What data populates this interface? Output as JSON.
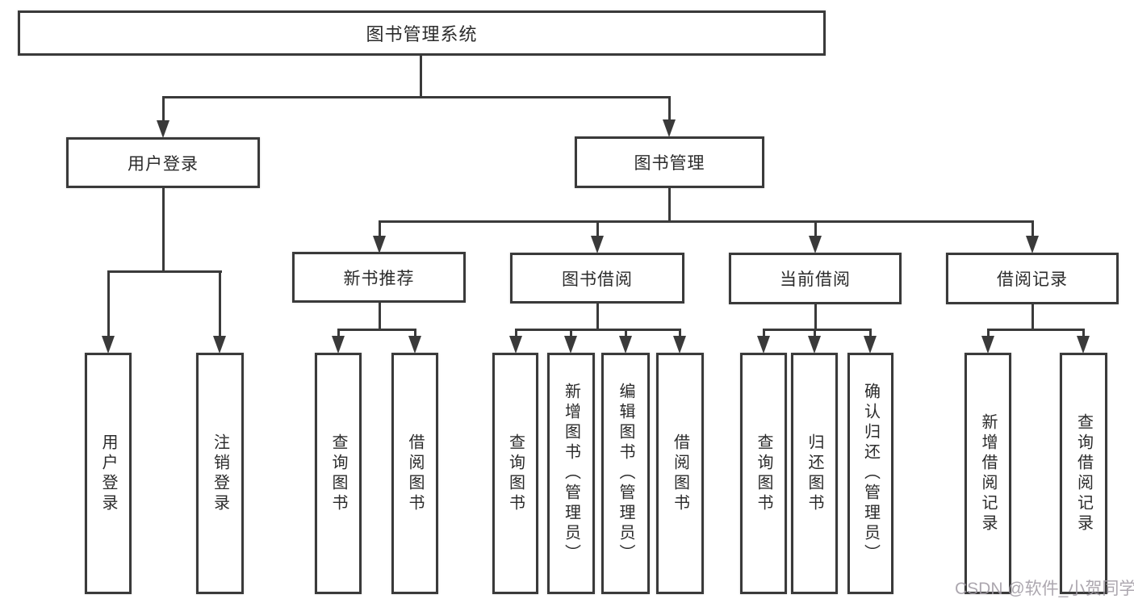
{
  "tree": {
    "label": "图书管理系统",
    "children": [
      {
        "label": "用户登录",
        "children": [
          {
            "label": "用户登录"
          },
          {
            "label": "注销登录"
          }
        ]
      },
      {
        "label": "图书管理",
        "children": [
          {
            "label": "新书推荐",
            "children": [
              {
                "label": "查询图书"
              },
              {
                "label": "借阅图书"
              }
            ]
          },
          {
            "label": "图书借阅",
            "children": [
              {
                "label": "查询图书"
              },
              {
                "label": "新增图书（管理员）"
              },
              {
                "label": "编辑图书（管理员）"
              },
              {
                "label": "借阅图书"
              }
            ]
          },
          {
            "label": "当前借阅",
            "children": [
              {
                "label": "查询图书"
              },
              {
                "label": "归还图书"
              },
              {
                "label": "确认归还（管理员）"
              }
            ]
          },
          {
            "label": "借阅记录",
            "children": [
              {
                "label": "新增借阅记录"
              },
              {
                "label": "查询借阅记录"
              }
            ]
          }
        ]
      }
    ]
  },
  "watermark": {
    "text": "CSDN @软件_小贺同学"
  },
  "colors": {
    "line": "#3a3a3a",
    "text": "#2b2b2b",
    "background": "#ffffff",
    "watermark": "#a19ba4"
  }
}
